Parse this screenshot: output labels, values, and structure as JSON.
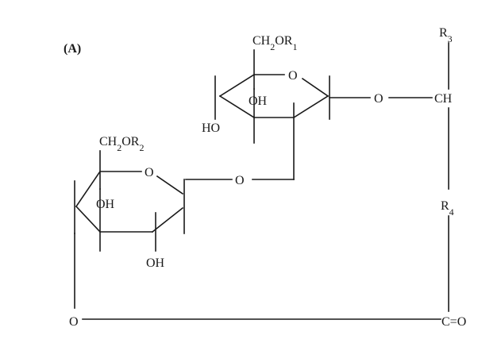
{
  "panel_label": "(A)",
  "upper_ring": {
    "substituent": "CH2OR1",
    "ring_oxygen": "O",
    "hydroxyl_inner": "OH",
    "hydroxyl_outer": "HO"
  },
  "lower_ring": {
    "substituent": "CH2OR2",
    "ring_oxygen": "O",
    "hydroxyl_inner": "OH",
    "hydroxyl_bottom": "OH"
  },
  "glycosidic_oxygen": "O",
  "ether_oxygen": "O",
  "methine": "CH",
  "r3": "R3",
  "r4": "R4",
  "bottom_oxygen": "O",
  "carbonyl": "C=O"
}
